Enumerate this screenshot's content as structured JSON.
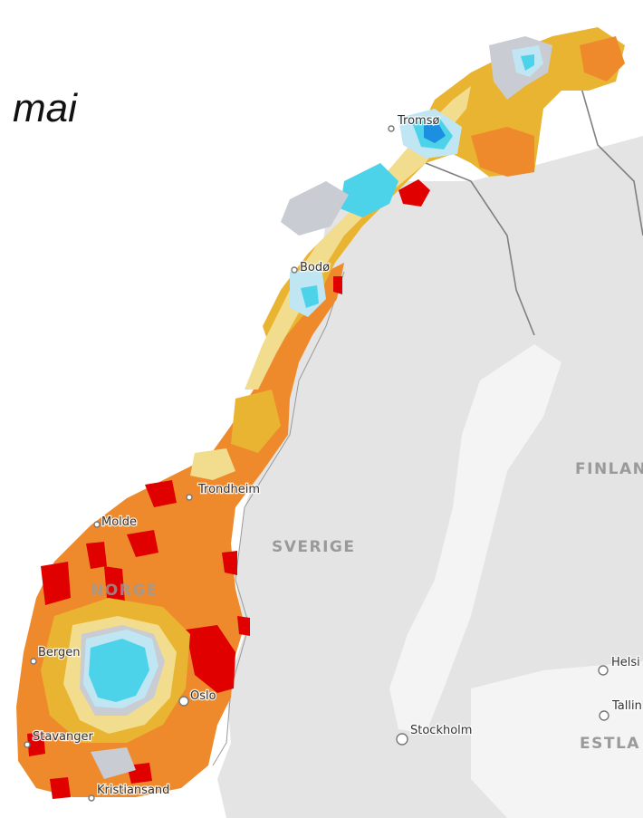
{
  "title": "mai",
  "cities": {
    "tromso": "Tromsø",
    "bodo": "Bodø",
    "trondheim": "Trondheim",
    "molde": "Molde",
    "bergen": "Bergen",
    "oslo": "Oslo",
    "stavanger": "Stavanger",
    "kristiansand": "Kristiansand",
    "stockholm": "Stockholm",
    "helsinki": "Helsi",
    "tallinn": "Tallin"
  },
  "countries": {
    "norway": "NORGE",
    "sweden": "SVERIGE",
    "finland": "FINLAN",
    "estonia": "ESTLA"
  },
  "colors": {
    "background": "#ffffff",
    "land": "#e4e4e4",
    "water": "#f4f4f4",
    "border": "#7f7f7f",
    "red": "#e00000",
    "orange": "#ee8a2c",
    "yellow_orange": "#e9b431",
    "light_yellow": "#f2dd8e",
    "light_gray": "#c9ccd3",
    "light_blue": "#bfe6f2",
    "cyan": "#4cd3ea",
    "blue": "#1d8fe0"
  }
}
